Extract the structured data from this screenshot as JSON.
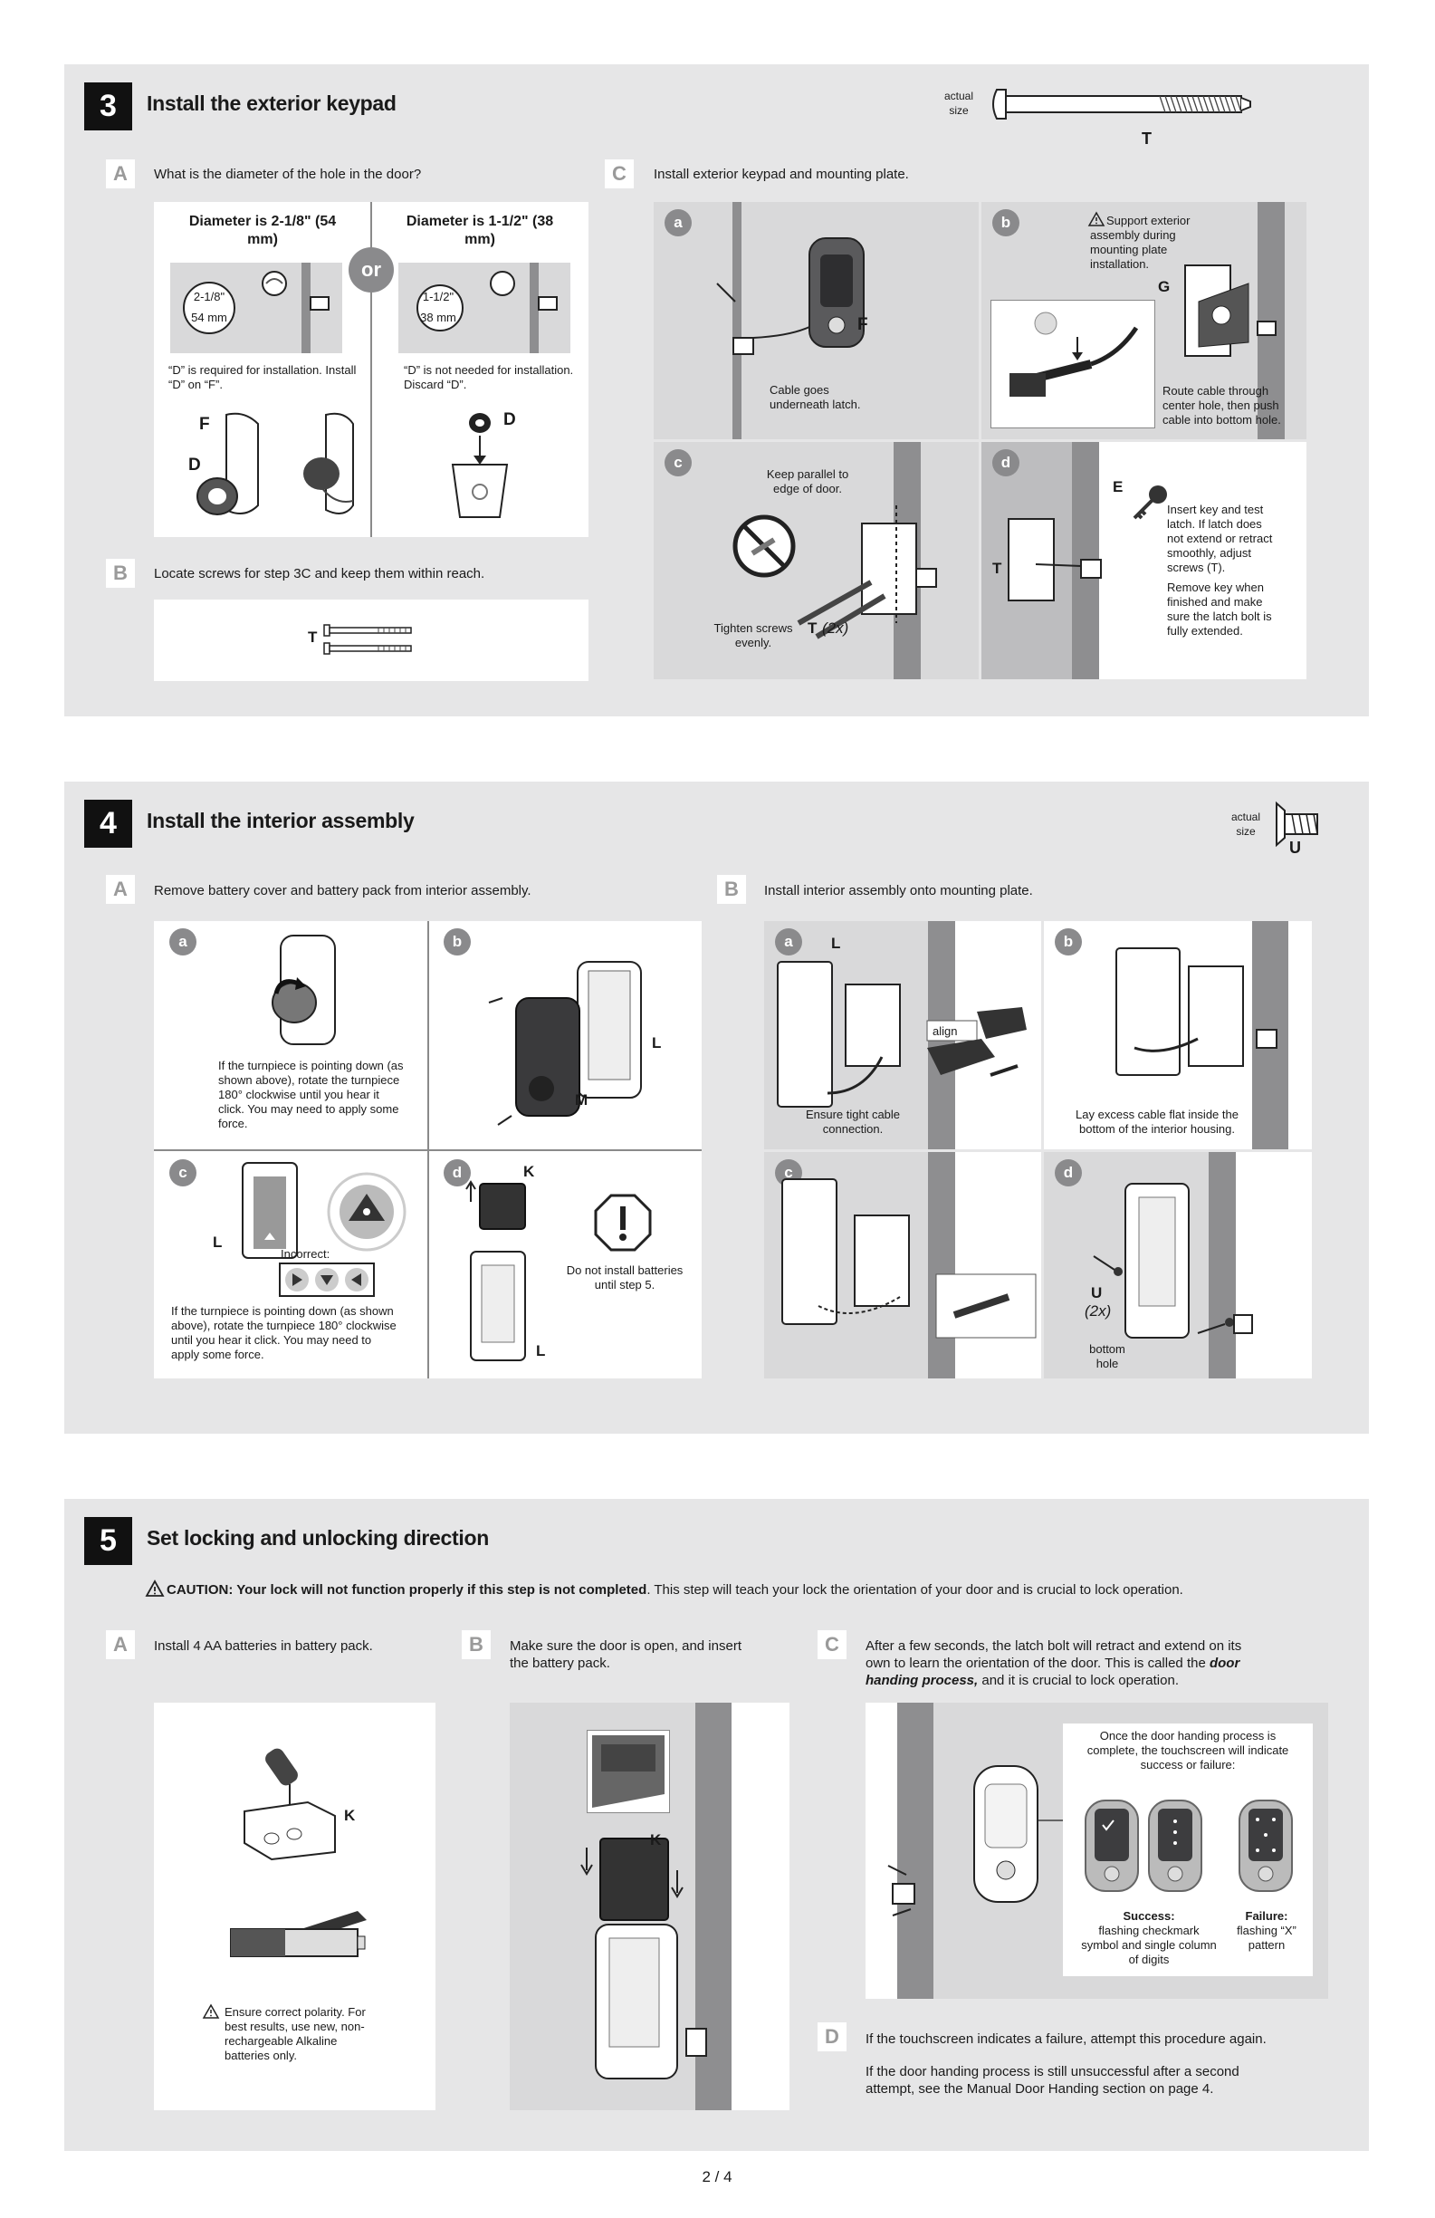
{
  "step3": {
    "number": "3",
    "title": "Install the exterior keypad",
    "actual_size": "actual size",
    "screw_label": "T",
    "A": {
      "letter": "A",
      "question": "What is the diameter of the hole in the door?",
      "left_heading": "Diameter is 2-1/8\" (54 mm)",
      "right_heading": "Diameter is 1-1/2\" (38 mm)",
      "or": "or",
      "left_measure_in": "2-1/8\"",
      "left_measure_mm": "54 mm",
      "right_measure_in": "1-1/2\"",
      "right_measure_mm": "38 mm",
      "left_note": "“D” is required for installation. Install “D” on “F”.",
      "right_note": "“D” is not needed for installation. Discard “D”.",
      "label_f": "F",
      "label_d": "D",
      "label_d2": "D"
    },
    "B": {
      "letter": "B",
      "text": "Locate screws for step 3C and keep them within reach.",
      "label_t": "T"
    },
    "C": {
      "letter": "C",
      "text": "Install exterior keypad and mounting plate.",
      "a": {
        "badge": "a",
        "caption": "Cable goes underneath latch.",
        "label": "F"
      },
      "b": {
        "badge": "b",
        "caption_top": "Support exterior assembly during mounting plate installation.",
        "caption_bottom": "Route cable through center hole, then push cable into bottom hole.",
        "label": "G"
      },
      "c": {
        "badge": "c",
        "caption_top": "Keep parallel to edge of door.",
        "caption_bottom": "Tighten screws evenly.",
        "label": "T",
        "qty": "(2x)"
      },
      "d": {
        "badge": "d",
        "caption1": "Insert key and test latch. If latch does not extend or retract smoothly, adjust screws (T).",
        "caption2": "Remove key when finished and make sure the latch bolt is fully extended.",
        "label_e": "E",
        "label_t": "T"
      }
    }
  },
  "step4": {
    "number": "4",
    "title": "Install the interior assembly",
    "actual_size": "actual size",
    "screw_label": "U",
    "A": {
      "letter": "A",
      "text": "Remove battery cover and battery pack from interior assembly.",
      "a": {
        "badge": "a",
        "caption": "If the turnpiece is pointing down (as shown above), rotate the turnpiece 180° clockwise until you hear it click. You may need to apply some  force."
      },
      "b": {
        "badge": "b",
        "label_l": "L",
        "label_m": "M"
      },
      "c": {
        "badge": "c",
        "label_l": "L",
        "incorrect": "Incorrect:",
        "caption": "If the turnpiece is pointing down (as shown above), rotate the turnpiece 180° clockwise until you hear it click. You may need to apply some  force."
      },
      "d": {
        "badge": "d",
        "label_k": "K",
        "label_l": "L",
        "warning": "Do not install batteries until step 5."
      }
    },
    "B": {
      "letter": "B",
      "text": "Install interior assembly onto mounting plate.",
      "a": {
        "badge": "a",
        "label": "L",
        "align": "align",
        "caption": "Ensure tight cable connection."
      },
      "b": {
        "badge": "b",
        "caption": "Lay excess cable flat inside the bottom of the interior housing."
      },
      "c": {
        "badge": "c"
      },
      "d": {
        "badge": "d",
        "label": "U",
        "qty": "(2x)",
        "caption": "bottom hole"
      }
    }
  },
  "step5": {
    "number": "5",
    "title": "Set locking and unlocking direction",
    "caution_bold": "CAUTION: Your lock will not function properly if this step is not completed",
    "caution_rest": ". This step will teach your lock the orientation of your door and is crucial to lock operation.",
    "A": {
      "letter": "A",
      "text": "Install 4 AA batteries in battery pack.",
      "label_k": "K",
      "polarity": "Ensure correct polarity. For best results, use new, non-rechargeable Alkaline batteries only."
    },
    "B": {
      "letter": "B",
      "text": "Make sure the door is open, and insert the battery pack.",
      "label_k": "K"
    },
    "C": {
      "letter": "C",
      "text_plain": "After a few seconds, the latch bolt will retract and extend on its own to learn the orientation of the door.  This is called the",
      "text_bold": "door handing process,",
      "text_tail": " and it is crucial to lock operation.",
      "box_intro": "Once the door handing process is complete, the touchscreen will indicate success or failure:",
      "success_title": "Success:",
      "success_text": "flashing checkmark symbol and single column of digits",
      "failure_title": "Failure:",
      "failure_text": "flashing “X” pattern"
    },
    "D": {
      "letter": "D",
      "text1": "If the touchscreen indicates a failure, attempt this procedure again.",
      "text2": "If the door handing process is still unsuccessful after a second attempt, see the Manual Door Handing section on page 4."
    }
  },
  "page_number": "2 / 4"
}
